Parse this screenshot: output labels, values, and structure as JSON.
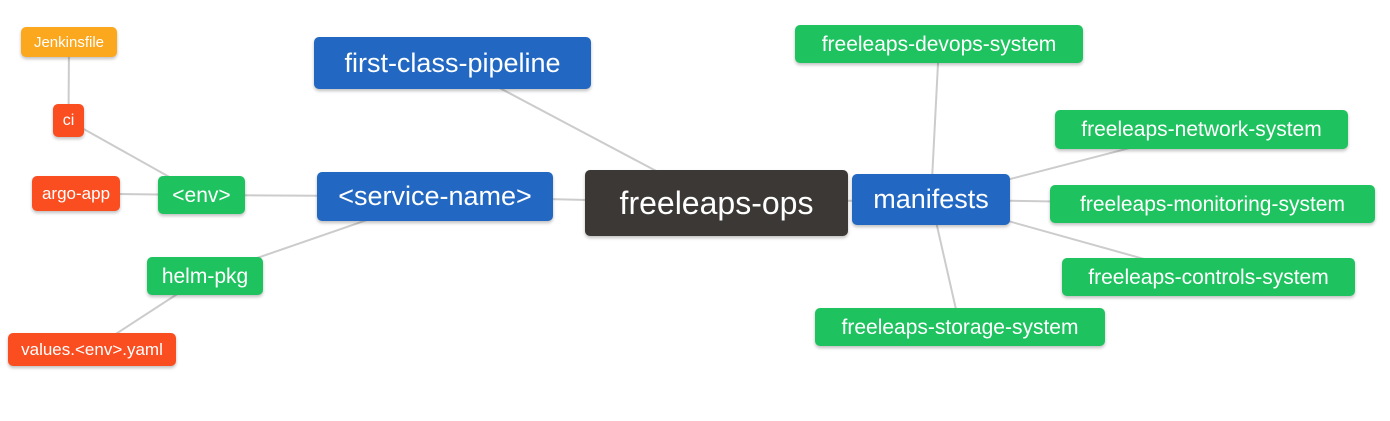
{
  "diagram": {
    "type": "mindmap",
    "background": "#ffffff",
    "edge_color": "#cccccc",
    "text_color": "#ffffff",
    "palette": {
      "root": "#3B3835",
      "branch_blue": "#2268C2",
      "leaf_green": "#1EC35F",
      "leaf_red": "#FA4D20",
      "leaf_amber": "#FBA81F"
    },
    "nodes": [
      {
        "id": "jenkinsfile",
        "label": "Jenkinsfile",
        "color_key": "leaf_amber"
      },
      {
        "id": "ci",
        "label": "ci",
        "color_key": "leaf_red"
      },
      {
        "id": "argo-app",
        "label": "argo-app",
        "color_key": "leaf_red"
      },
      {
        "id": "env",
        "label": "<env>",
        "color_key": "leaf_green"
      },
      {
        "id": "helm-pkg",
        "label": "helm-pkg",
        "color_key": "leaf_green"
      },
      {
        "id": "values-env-yaml",
        "label": "values.<env>.yaml",
        "color_key": "leaf_red"
      },
      {
        "id": "first-class-pipeline",
        "label": "first-class-pipeline",
        "color_key": "branch_blue"
      },
      {
        "id": "service-name",
        "label": "<service-name>",
        "color_key": "branch_blue"
      },
      {
        "id": "freeleaps-ops",
        "label": "freeleaps-ops",
        "color_key": "root"
      },
      {
        "id": "manifests",
        "label": "manifests",
        "color_key": "branch_blue"
      },
      {
        "id": "freeleaps-devops-system",
        "label": "freeleaps-devops-system",
        "color_key": "leaf_green"
      },
      {
        "id": "freeleaps-network-system",
        "label": "freeleaps-network-system",
        "color_key": "leaf_green"
      },
      {
        "id": "freeleaps-monitoring-system",
        "label": "freeleaps-monitoring-system",
        "color_key": "leaf_green"
      },
      {
        "id": "freeleaps-controls-system",
        "label": "freeleaps-controls-system",
        "color_key": "leaf_green"
      },
      {
        "id": "freeleaps-storage-system",
        "label": "freeleaps-storage-system",
        "color_key": "leaf_green"
      }
    ],
    "edges": [
      [
        "jenkinsfile",
        "ci"
      ],
      [
        "ci",
        "env"
      ],
      [
        "argo-app",
        "env"
      ],
      [
        "env",
        "service-name"
      ],
      [
        "helm-pkg",
        "service-name"
      ],
      [
        "values-env-yaml",
        "helm-pkg"
      ],
      [
        "first-class-pipeline",
        "freeleaps-ops"
      ],
      [
        "service-name",
        "freeleaps-ops"
      ],
      [
        "freeleaps-ops",
        "manifests"
      ],
      [
        "manifests",
        "freeleaps-devops-system"
      ],
      [
        "manifests",
        "freeleaps-network-system"
      ],
      [
        "manifests",
        "freeleaps-monitoring-system"
      ],
      [
        "manifests",
        "freeleaps-controls-system"
      ],
      [
        "manifests",
        "freeleaps-storage-system"
      ]
    ]
  }
}
